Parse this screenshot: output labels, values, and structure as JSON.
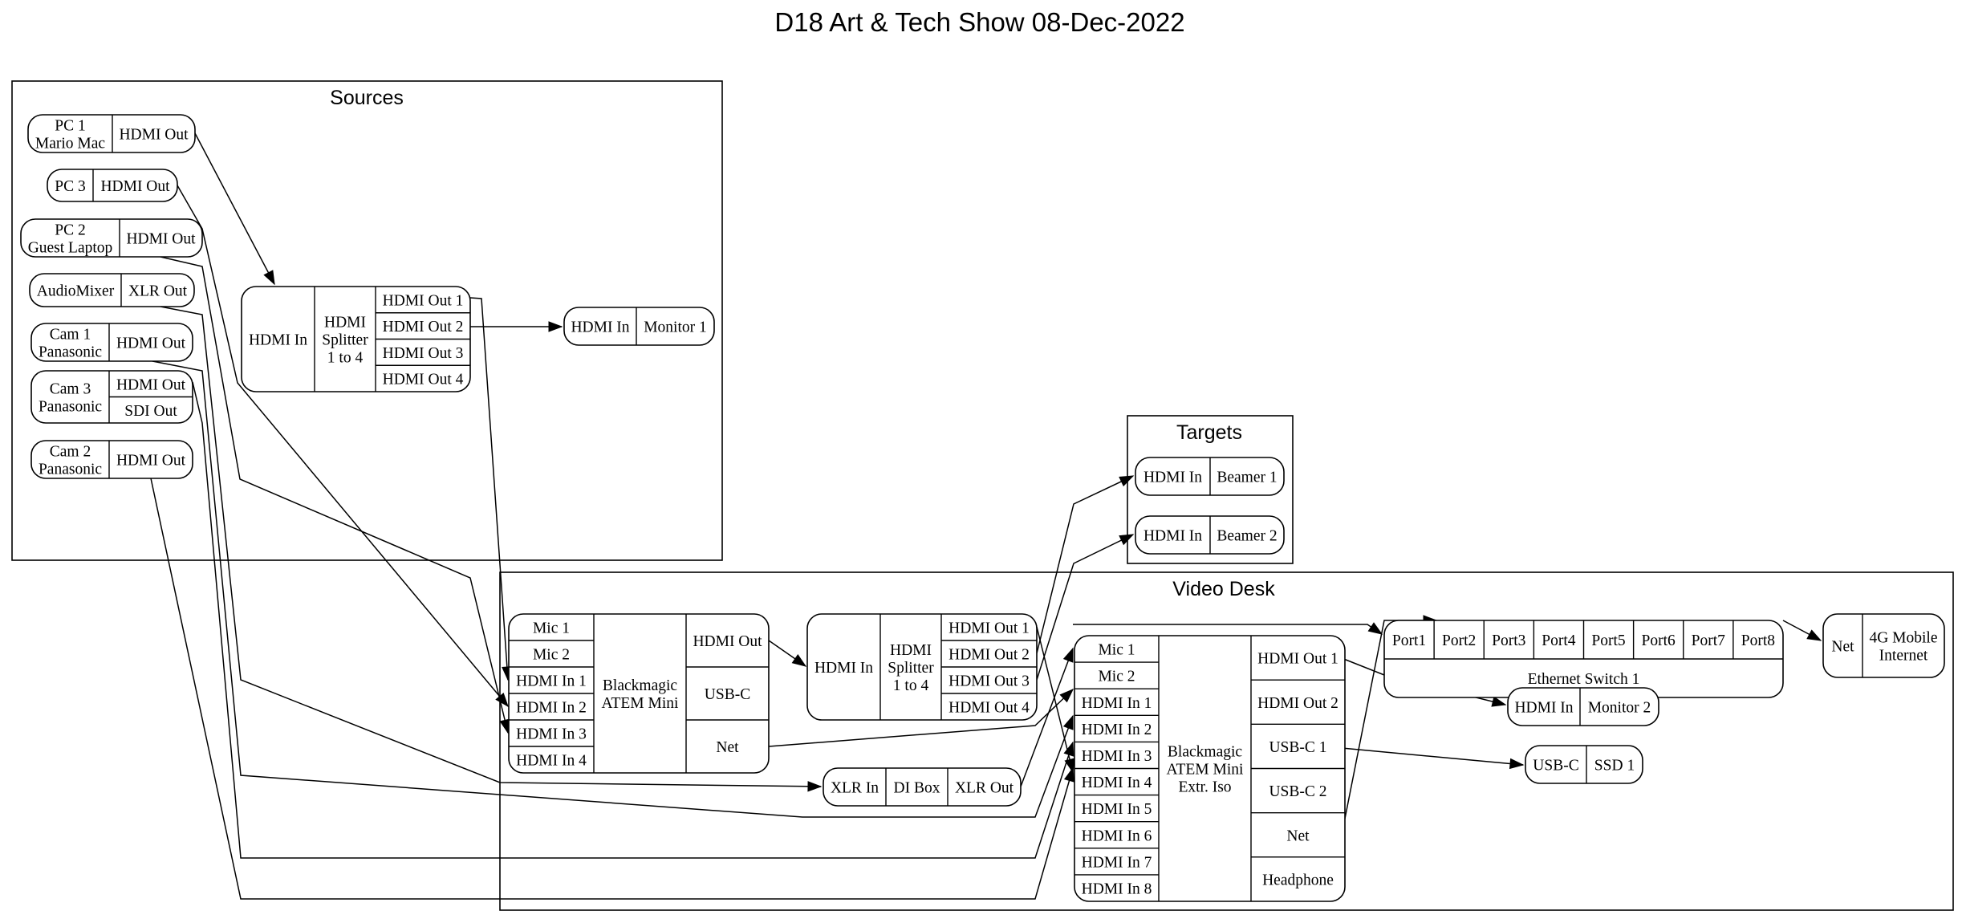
{
  "title": "D18 Art & Tech Show 08-Dec-2022",
  "clusters": {
    "sources": "Sources",
    "targets": "Targets",
    "video_desk": "Video Desk"
  },
  "nodes": {
    "pc1": {
      "name": [
        "PC 1",
        "Mario Mac"
      ],
      "ports": [
        "HDMI Out"
      ]
    },
    "pc3": {
      "name": [
        "PC 3"
      ],
      "ports": [
        "HDMI Out"
      ]
    },
    "pc2": {
      "name": [
        "PC 2",
        "Guest Laptop"
      ],
      "ports": [
        "HDMI Out"
      ]
    },
    "audiomixer": {
      "name": [
        "AudioMixer"
      ],
      "ports": [
        "XLR Out"
      ]
    },
    "cam1": {
      "name": [
        "Cam 1",
        "Panasonic"
      ],
      "ports": [
        "HDMI Out"
      ]
    },
    "cam3": {
      "name": [
        "Cam 3",
        "Panasonic"
      ],
      "ports": [
        "HDMI Out",
        "SDI Out"
      ]
    },
    "cam2": {
      "name": [
        "Cam 2",
        "Panasonic"
      ],
      "ports": [
        "HDMI Out"
      ]
    },
    "splitter1": {
      "inputs": [
        "HDMI In"
      ],
      "name": [
        "HDMI",
        "Splitter",
        "1 to 4"
      ],
      "outputs": [
        "HDMI Out 1",
        "HDMI Out 2",
        "HDMI Out 3",
        "HDMI Out 4"
      ]
    },
    "monitor1": {
      "inputs": [
        "HDMI In"
      ],
      "name": [
        "Monitor 1"
      ]
    },
    "beamer1": {
      "inputs": [
        "HDMI In"
      ],
      "name": [
        "Beamer 1"
      ]
    },
    "beamer2": {
      "inputs": [
        "HDMI In"
      ],
      "name": [
        "Beamer 2"
      ]
    },
    "atem_mini": {
      "inputs": [
        "Mic 1",
        "Mic 2",
        "HDMI In 1",
        "HDMI In 2",
        "HDMI In 3",
        "HDMI In 4"
      ],
      "name": [
        "Blackmagic",
        "ATEM Mini"
      ],
      "outputs": [
        "HDMI Out",
        "USB-C",
        "Net"
      ]
    },
    "splitter2": {
      "inputs": [
        "HDMI In"
      ],
      "name": [
        "HDMI",
        "Splitter",
        "1 to 4"
      ],
      "outputs": [
        "HDMI Out 1",
        "HDMI Out 2",
        "HDMI Out 3",
        "HDMI Out 4"
      ]
    },
    "dibox": {
      "inputs": [
        "XLR In"
      ],
      "name": [
        "DI Box"
      ],
      "outputs": [
        "XLR Out"
      ]
    },
    "atem_extr": {
      "inputs": [
        "Mic 1",
        "Mic 2",
        "HDMI In 1",
        "HDMI In 2",
        "HDMI In 3",
        "HDMI In 4",
        "HDMI In 5",
        "HDMI In 6",
        "HDMI In 7",
        "HDMI In 8"
      ],
      "name": [
        "Blackmagic",
        "ATEM Mini",
        "Extr. Iso"
      ],
      "outputs": [
        "HDMI Out 1",
        "HDMI Out 2",
        "USB-C 1",
        "USB-C 2",
        "Net",
        "Headphone"
      ]
    },
    "switch1": {
      "ports": [
        "Port1",
        "Port2",
        "Port3",
        "Port4",
        "Port5",
        "Port6",
        "Port7",
        "Port8"
      ],
      "name": [
        "Ethernet Switch 1"
      ]
    },
    "internet4g": {
      "inputs": [
        "Net"
      ],
      "name": [
        "4G Mobile",
        "Internet"
      ]
    },
    "monitor2": {
      "inputs": [
        "HDMI In"
      ],
      "name": [
        "Monitor 2"
      ]
    },
    "ssd1": {
      "inputs": [
        "USB-C"
      ],
      "name": [
        "SSD 1"
      ]
    }
  },
  "edges": [
    {
      "from": "PC 1 / HDMI Out",
      "to": "HDMI Splitter 1 to 4 (Sources) / HDMI In"
    },
    {
      "from": "HDMI Splitter 1 to 4 (Sources) / HDMI Out 2",
      "to": "Monitor 1 / HDMI In"
    },
    {
      "from": "HDMI Splitter 1 to 4 (Sources) / HDMI Out 1",
      "to": "ATEM Mini / HDMI In 1"
    },
    {
      "from": "PC 3 / HDMI Out",
      "to": "ATEM Mini / HDMI In 2"
    },
    {
      "from": "PC 2 / HDMI Out",
      "to": "ATEM Mini / HDMI In 3"
    },
    {
      "from": "AudioMixer / XLR Out",
      "to": "DI Box / XLR In"
    },
    {
      "from": "Cam 1 / HDMI Out",
      "to": "ATEM Mini Extr. Iso / HDMI In 2"
    },
    {
      "from": "Cam 3 / HDMI Out",
      "to": "ATEM Mini Extr. Iso / HDMI In 3"
    },
    {
      "from": "Cam 2 / HDMI Out",
      "to": "ATEM Mini Extr. Iso / HDMI In 4"
    },
    {
      "from": "ATEM Mini / HDMI Out",
      "to": "HDMI Splitter 1 to 4 (Video Desk) / HDMI In"
    },
    {
      "from": "ATEM Mini / Net",
      "to": "ATEM Mini Extr. Iso / HDMI In 1"
    },
    {
      "from": "HDMI Splitter 1 to 4 (Video Desk) / HDMI Out 1",
      "to": "ATEM Mini Extr. Iso / HDMI In 4"
    },
    {
      "from": "HDMI Splitter 1 to 4 (Video Desk) / HDMI Out 2",
      "to": "Beamer 1 / HDMI In"
    },
    {
      "from": "HDMI Splitter 1 to 4 (Video Desk) / HDMI Out 3",
      "to": "Beamer 2 / HDMI In"
    },
    {
      "from": "DI Box / XLR Out",
      "to": "ATEM Mini Extr. Iso / Mic 1"
    },
    {
      "from": "ATEM Mini Extr. Iso / HDMI Out 1",
      "to": "Monitor 2 / HDMI In"
    },
    {
      "from": "ATEM Mini Extr. Iso / USB-C 1",
      "to": "SSD 1 / USB-C"
    },
    {
      "from": "ATEM Mini Extr. Iso / Net",
      "to": "Ethernet Switch 1 / Port2"
    },
    {
      "from": "Ethernet Switch 1 / Port8",
      "to": "4G Mobile Internet / Net"
    },
    {
      "from": "ATEM Mini / Net",
      "to": "Ethernet Switch 1 / Port1"
    }
  ]
}
